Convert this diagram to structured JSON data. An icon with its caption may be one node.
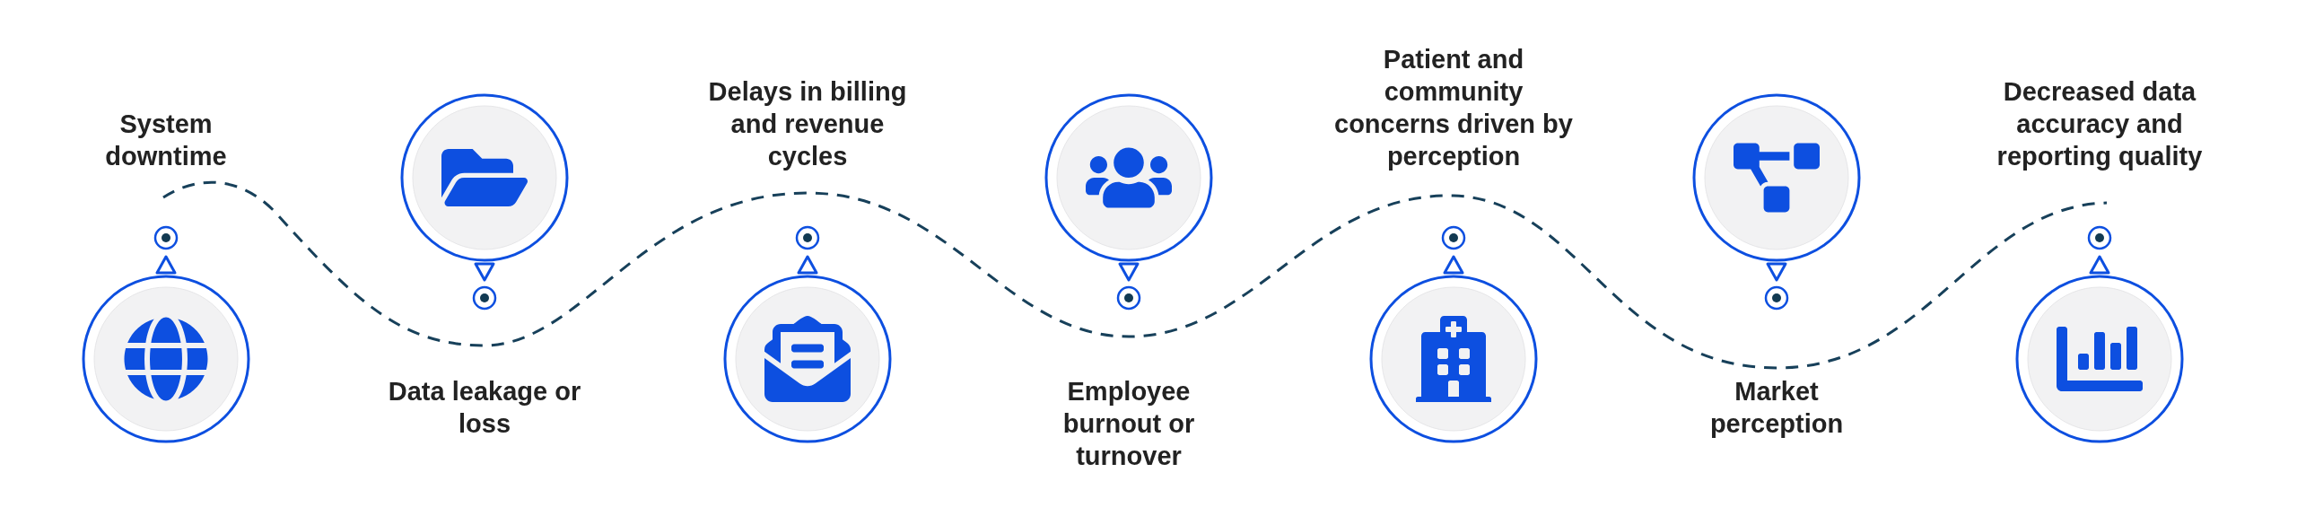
{
  "diagram": {
    "nodes": [
      {
        "text": [
          "System downtime"
        ]
      },
      {
        "text": [
          "Data leakage or loss"
        ]
      },
      {
        "text": [
          "Delays in billing and revenue cycles"
        ]
      },
      {
        "text": [
          "Employee burnout or turnover"
        ]
      },
      {
        "text": [
          "Patient and community concerns driven by perception"
        ]
      },
      {
        "text": [
          "Market perception"
        ]
      },
      {
        "text": [
          "Decreased data accuracy and reporting quality"
        ]
      }
    ]
  }
}
